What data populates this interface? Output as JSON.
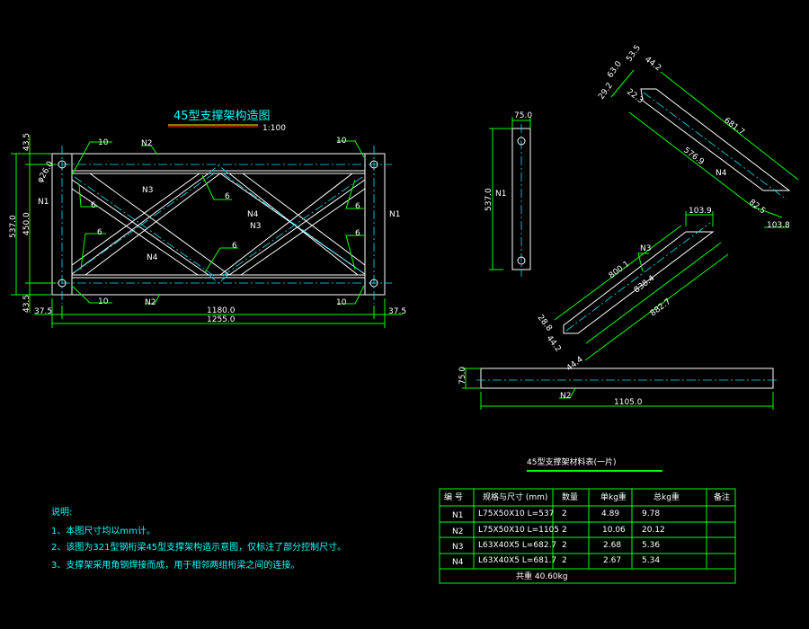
{
  "elevation": {
    "title": "45型支撑架构造图",
    "scale": "1:100",
    "labels": {
      "n1_left": "N1",
      "n1_right": "N1",
      "n2_top": "N2",
      "n2_bottom": "N2",
      "n3_left": "N3",
      "n3_right": "N3",
      "n4_left": "N4",
      "n4_right": "N4"
    },
    "welds": {
      "w10_tl": "10",
      "w10_tr": "10",
      "w10_bl": "10",
      "w10_br": "10",
      "w6_1": "6",
      "w6_2": "6",
      "w6_3": "6",
      "w6_4": "6",
      "w6_5": "6",
      "w6_6": "6"
    },
    "dims": {
      "hole": "φ26.0",
      "total_height": "537.0",
      "inner_height": "450.0",
      "top_offset": "43.5",
      "bottom_offset": "43.5",
      "left_offset": "37.5",
      "right_offset": "37.5",
      "inner_width": "1180.0",
      "total_width": "1255.0"
    }
  },
  "part_n1": {
    "label": "N1",
    "width": "75.0",
    "length": "537.0"
  },
  "part_n4": {
    "label": "N4",
    "d1": "681.7",
    "d2": "576.9",
    "d3": "82.5",
    "d4": "103.8",
    "d5": "29.2",
    "d6": "63.0",
    "d7": "53.5",
    "d8": "44.2",
    "d9": "22.3"
  },
  "part_n3": {
    "label": "N3",
    "d1": "103.9",
    "d2": "800.1",
    "d3": "838.4",
    "d4": "882.7",
    "d5": "28.8",
    "d6": "44.2",
    "d7": "44.4"
  },
  "part_n2": {
    "label": "N2",
    "width": "75.0",
    "length": "1105.0"
  },
  "material_table": {
    "title": "45型支撑架材料表(一片)",
    "headers": [
      "编 号",
      "规格与尺寸  (mm)",
      "数量",
      "单kg重",
      "总kg重",
      "备注"
    ],
    "rows": [
      {
        "id": "N1",
        "spec": "L75X50X10   L=537",
        "qty": "2",
        "unit": "4.89",
        "total": "9.78",
        "note": ""
      },
      {
        "id": "N2",
        "spec": "L75X50X10   L=1105",
        "qty": "2",
        "unit": "10.06",
        "total": "20.12",
        "note": ""
      },
      {
        "id": "N3",
        "spec": "L63X40X5   L=682.7",
        "qty": "2",
        "unit": "2.68",
        "total": "5.36",
        "note": ""
      },
      {
        "id": "N4",
        "spec": "L63X40X5   L=681.7",
        "qty": "2",
        "unit": "2.67",
        "total": "5.34",
        "note": ""
      }
    ],
    "total": "共重  40.60kg"
  },
  "notes": {
    "heading": "说明:",
    "items": [
      "1、本图尺寸均以mm计。",
      "2、该图为321型钢桁梁45型支撑架构造示意图，仅标注了部分控制尺寸。",
      "3、支撑架采用角钢焊接而成，用于相邻两组桁梁之间的连接。"
    ]
  }
}
